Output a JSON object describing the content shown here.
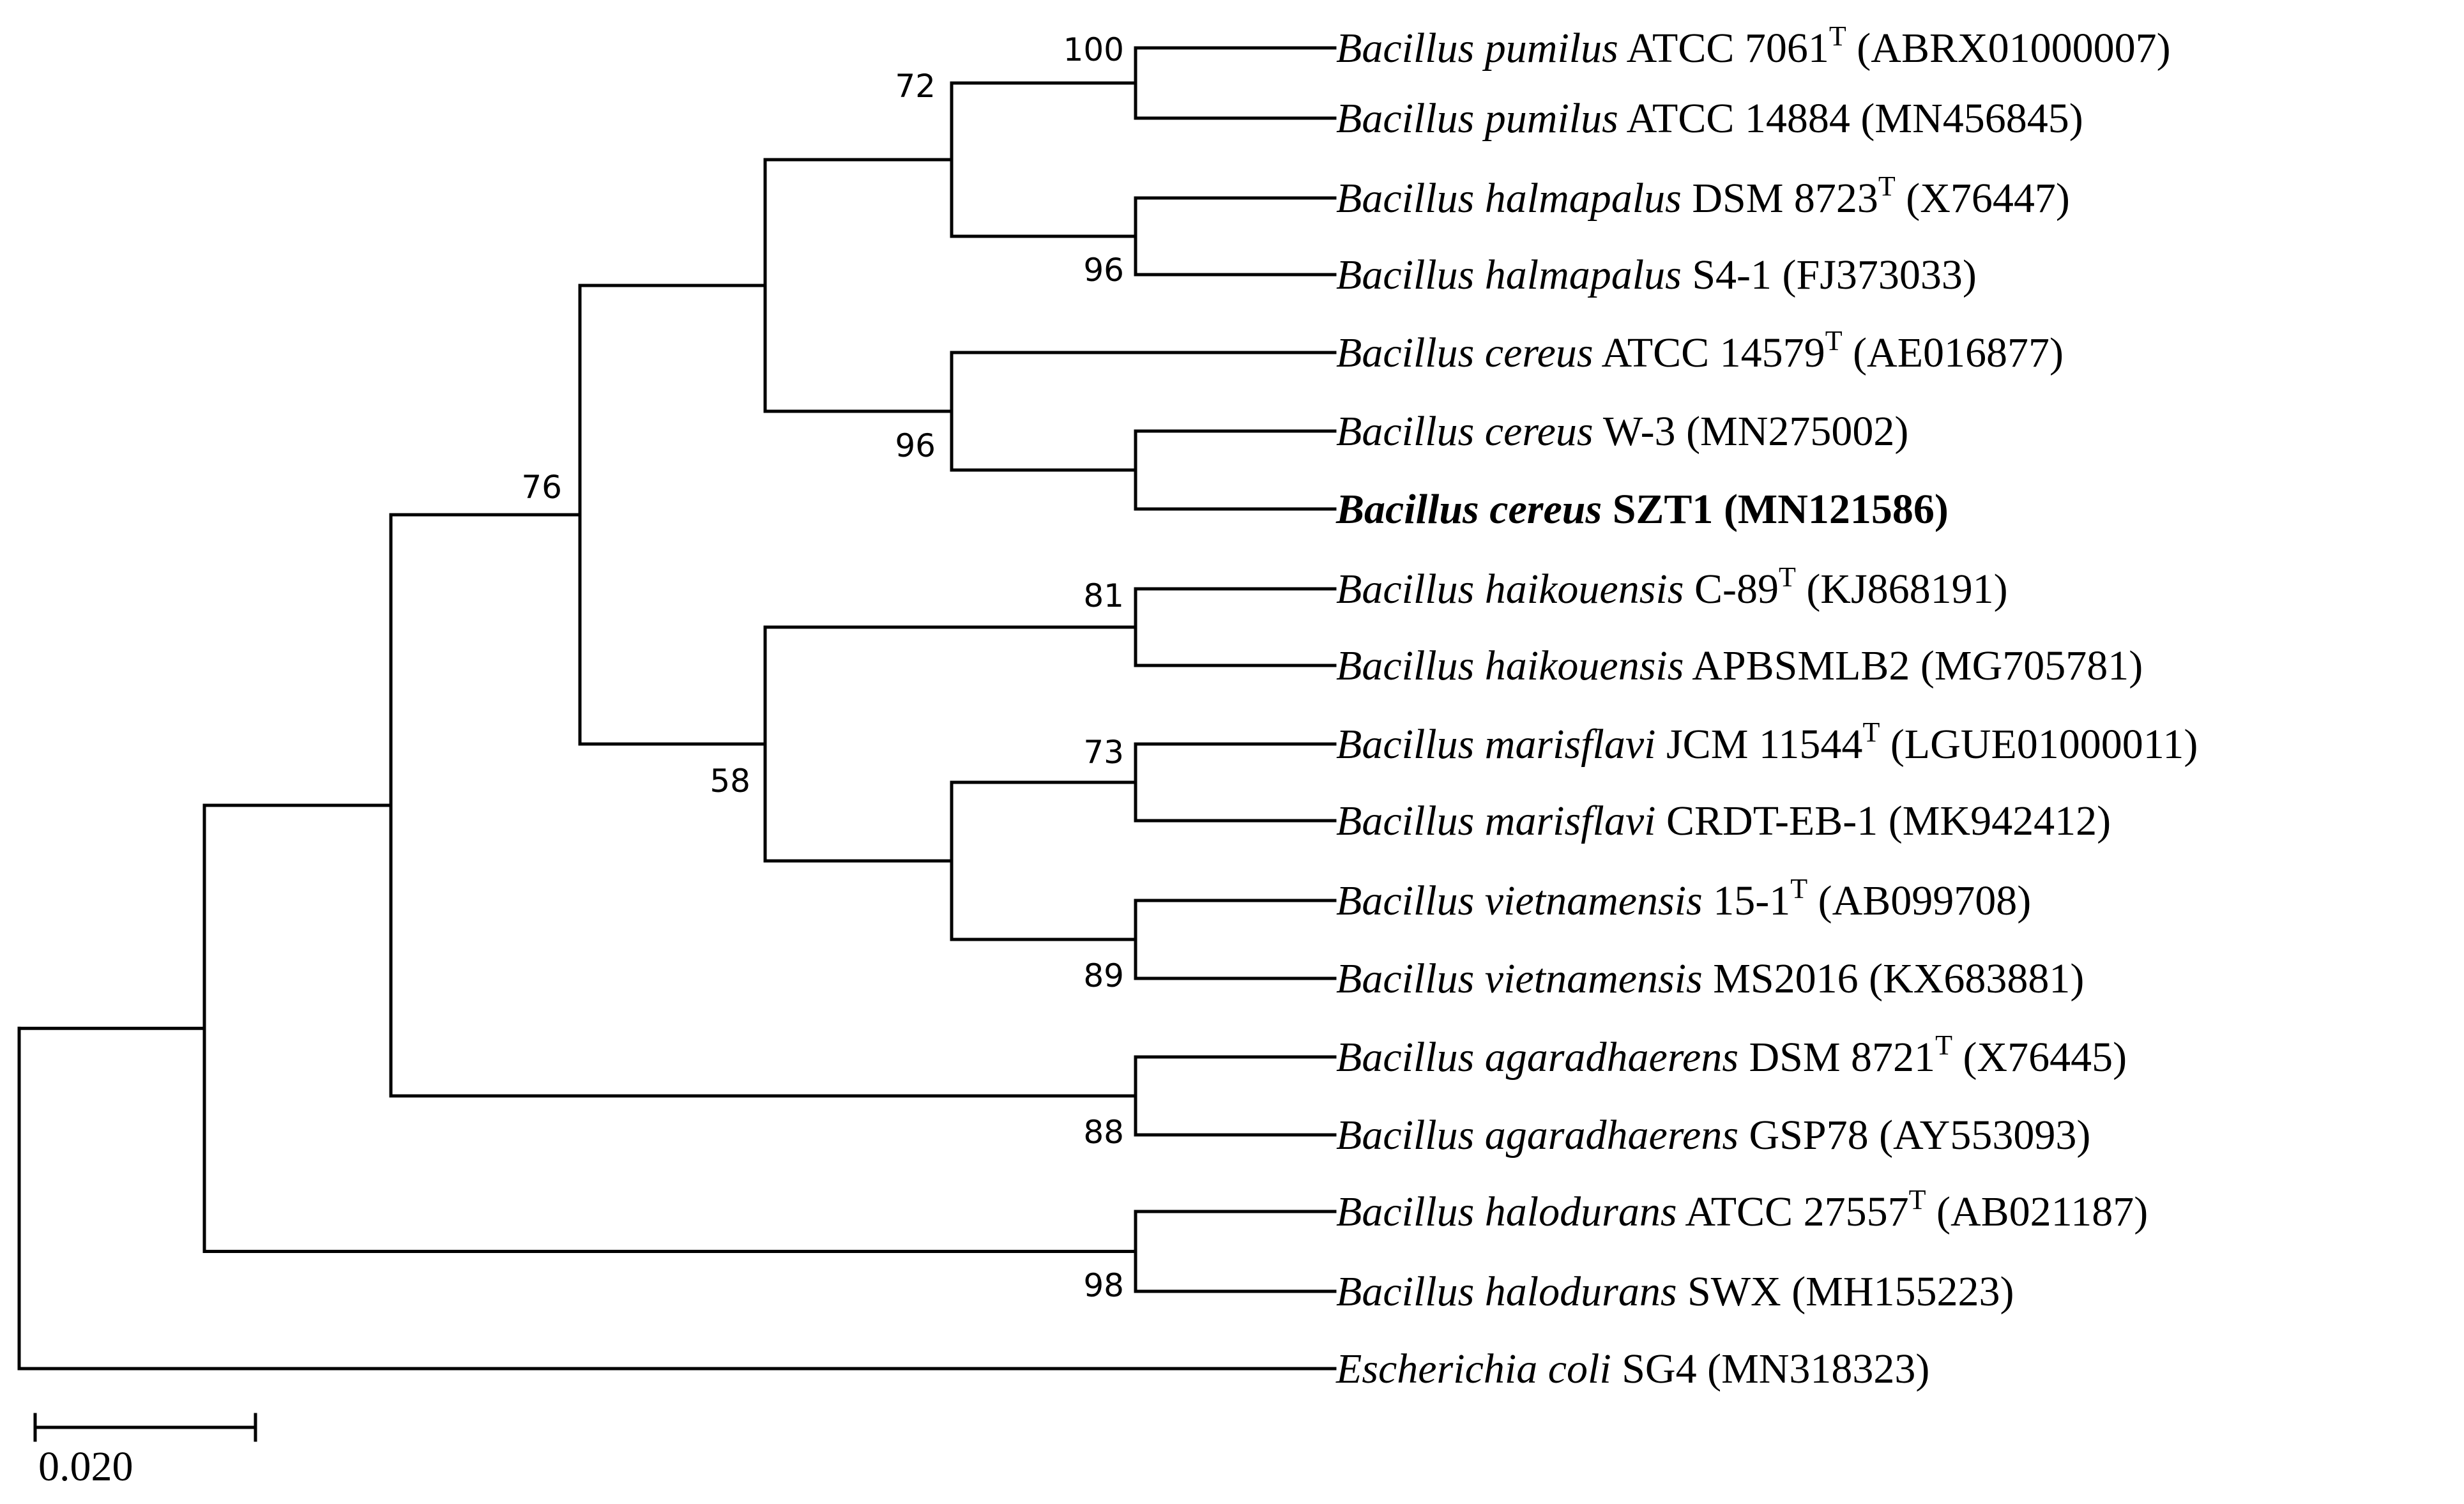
{
  "tree": {
    "leaves": [
      {
        "genus": "Bacillus",
        "species": "pumilus",
        "strain": "ATCC 7061",
        "type_strain": true,
        "accession": "(ABRX01000007)",
        "bold": false
      },
      {
        "genus": "Bacillus",
        "species": "pumilus",
        "strain": "ATCC 14884",
        "type_strain": false,
        "accession": "(MN456845)",
        "bold": false
      },
      {
        "genus": "Bacillus",
        "species": "halmapalus",
        "strain": "DSM 8723",
        "type_strain": true,
        "accession": "(X76447)",
        "bold": false
      },
      {
        "genus": "Bacillus",
        "species": "halmapalus",
        "strain": "S4-1",
        "type_strain": false,
        "accession": "(FJ373033)",
        "bold": false
      },
      {
        "genus": "Bacillus",
        "species": "cereus",
        "strain": "ATCC 14579",
        "type_strain": true,
        "accession": "(AE016877)",
        "bold": false
      },
      {
        "genus": "Bacillus",
        "species": "cereus",
        "strain": "W-3",
        "type_strain": false,
        "accession": "(MN275002)",
        "bold": false
      },
      {
        "genus": "Bacillus",
        "species": "cereus",
        "strain": "SZT1",
        "type_strain": false,
        "accession": "(MN121586)",
        "bold": true
      },
      {
        "genus": "Bacillus",
        "species": "haikouensis",
        "strain": "C-89",
        "type_strain": true,
        "accession": "(KJ868191)",
        "bold": false
      },
      {
        "genus": "Bacillus",
        "species": "haikouensis",
        "strain": "APBSMLB2",
        "type_strain": false,
        "accession": "(MG705781)",
        "bold": false
      },
      {
        "genus": "Bacillus",
        "species": "marisflavi",
        "strain": "JCM 11544",
        "type_strain": true,
        "accession": "(LGUE01000011)",
        "bold": false
      },
      {
        "genus": "Bacillus",
        "species": "marisflavi",
        "strain": "CRDT-EB-1",
        "type_strain": false,
        "accession": "(MK942412)",
        "bold": false
      },
      {
        "genus": "Bacillus",
        "species": "vietnamensis",
        "strain": "15-1",
        "type_strain": true,
        "accession": "(AB099708)",
        "bold": false
      },
      {
        "genus": "Bacillus",
        "species": "vietnamensis",
        "strain": "MS2016",
        "type_strain": false,
        "accession": "(KX683881)",
        "bold": false
      },
      {
        "genus": "Bacillus",
        "species": "agaradhaerens",
        "strain": "DSM 8721",
        "type_strain": true,
        "accession": "(X76445)",
        "bold": false
      },
      {
        "genus": "Bacillus",
        "species": "agaradhaerens",
        "strain": "GSP78",
        "type_strain": false,
        "accession": "(AY553093)",
        "bold": false
      },
      {
        "genus": "Bacillus",
        "species": "halodurans",
        "strain": "ATCC 27557",
        "type_strain": true,
        "accession": "(AB021187)",
        "bold": false
      },
      {
        "genus": "Bacillus",
        "species": "halodurans",
        "strain": "SWX",
        "type_strain": false,
        "accession": "(MH155223)",
        "bold": false
      },
      {
        "genus": "Escherichia",
        "species": "coli",
        "strain": "SG4",
        "type_strain": false,
        "accession": "(MN318323)",
        "bold": false
      }
    ],
    "type_strain_mark": "T",
    "bootstrap": [
      {
        "node": "pumilus-clade",
        "value": "100"
      },
      {
        "node": "pumilus-halmapalus-clade",
        "value": "72"
      },
      {
        "node": "halmapalus-clade",
        "value": "96"
      },
      {
        "node": "cereus-clade",
        "value": "96"
      },
      {
        "node": "root-ingroup-clade",
        "value": "76"
      },
      {
        "node": "haikouensis-clade",
        "value": "81"
      },
      {
        "node": "haikouensis-marisflavi-vietnamensis-clade",
        "value": "58"
      },
      {
        "node": "marisflavi-clade",
        "value": "73"
      },
      {
        "node": "vietnamensis-clade",
        "value": "89"
      },
      {
        "node": "agaradhaerens-clade",
        "value": "88"
      },
      {
        "node": "halodurans-clade",
        "value": "98"
      }
    ]
  },
  "scale_bar": {
    "label": "0.020"
  }
}
